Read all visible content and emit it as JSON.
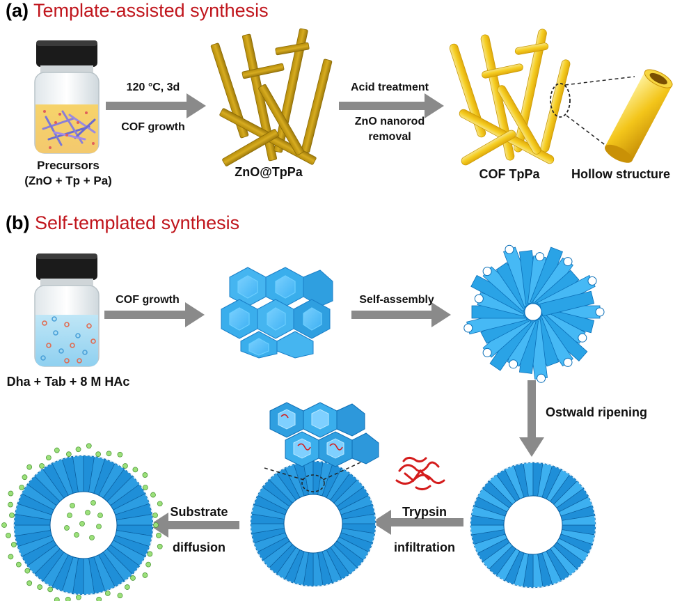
{
  "panel_a": {
    "tag": "(a)",
    "title": "Template-assisted synthesis",
    "title_color": "#c0151c",
    "precursor_label_1": "Precursors",
    "precursor_label_2": "(ZnO + Tp + Pa)",
    "arrow1_top": "120 °C, 3d",
    "arrow1_bottom": "COF growth",
    "intermediate_label": "ZnO@TpPa",
    "arrow2_top": "Acid treatment",
    "arrow2_bottom_1": "ZnO nanorod",
    "arrow2_bottom_2": "removal",
    "product_label": "COF TpPa",
    "hollow_label": "Hollow structure"
  },
  "panel_b": {
    "tag": "(b)",
    "title": "Self-templated synthesis",
    "title_color": "#c0151c",
    "precursor_label": "Dha + Tab + 8 M HAc",
    "arrow1_label": "COF growth",
    "arrow2_label": "Self-assembly",
    "arrow3_label": "Ostwald ripening",
    "arrow4_top": "Trypsin",
    "arrow4_bottom": "infiltration",
    "arrow5_top": "Substrate",
    "arrow5_bottom": "diffusion"
  },
  "colors": {
    "gold": "#c9a012",
    "gold_light": "#f4d23a",
    "cof_blue": "#2aa3e6",
    "cof_blue_dark": "#0a6fb8",
    "arrow_gray": "#8a8a8a",
    "enzyme_red": "#d41c1c",
    "substrate_green": "#9ce07a"
  }
}
